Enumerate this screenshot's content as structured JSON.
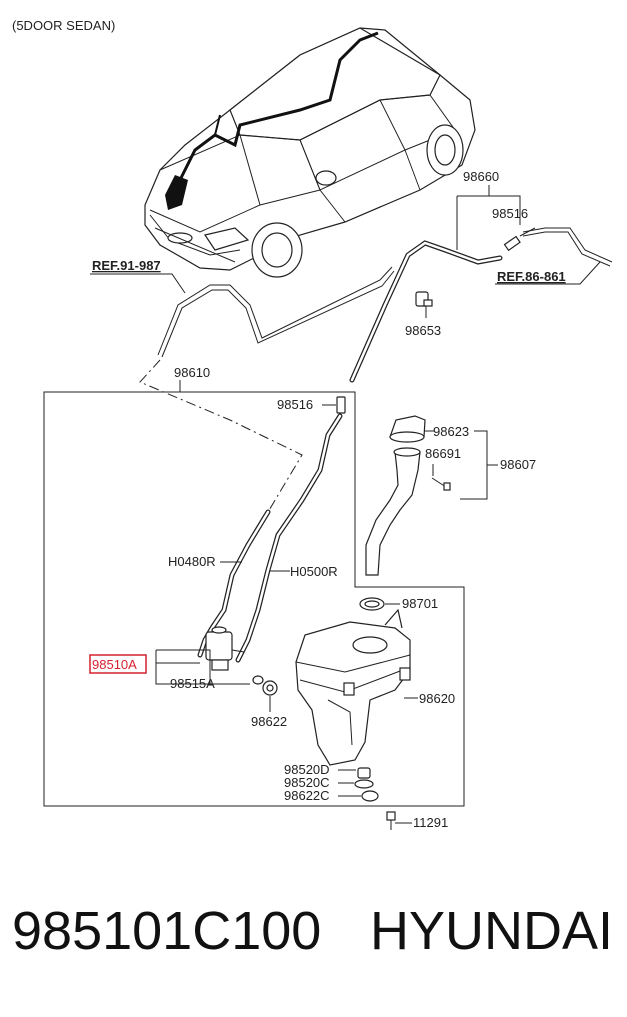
{
  "diagram": {
    "caption": "(5DOOR SEDAN)",
    "highlight_color": "#d6212f",
    "labels": {
      "p98660": "98660",
      "p98516_top": "98516",
      "ref_left": "REF.91-987",
      "ref_right": "REF.86-861",
      "p98653": "98653",
      "p98610": "98610",
      "p98516_mid": "98516",
      "p98623": "98623",
      "p86691": "86691",
      "p98607": "98607",
      "h0480r": "H0480R",
      "h0500r": "H0500R",
      "p98701": "98701",
      "p98510a": "98510A",
      "p98515a": "98515A",
      "p98620": "98620",
      "p98622": "98622",
      "p98520d": "98520D",
      "p98520c": "98520C",
      "p98622c": "98622C",
      "p11291": "11291"
    }
  },
  "footer": {
    "part_number": "985101C100",
    "brand": "HYUNDAI"
  }
}
